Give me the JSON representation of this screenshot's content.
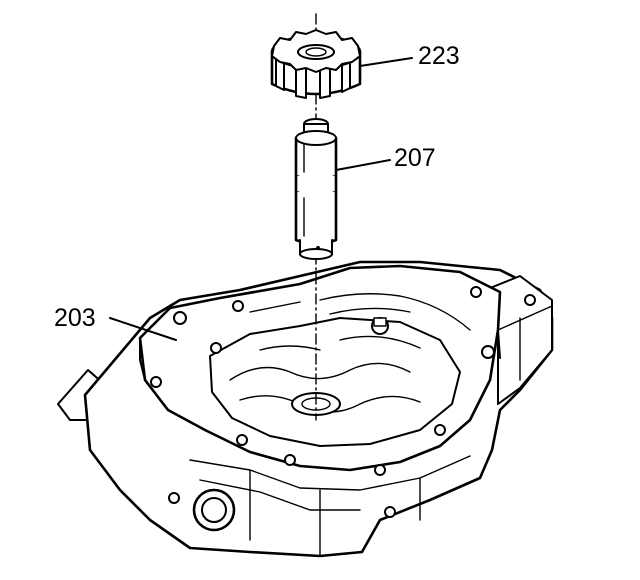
{
  "figure": {
    "callouts": [
      {
        "id": "223",
        "label": "223"
      },
      {
        "id": "207",
        "label": "207"
      },
      {
        "id": "203",
        "label": "203"
      }
    ]
  },
  "colors": {
    "ink": "#000000",
    "paper": "#ffffff"
  },
  "parts": {
    "gear": "drive-gear",
    "shaft": "spool-shaft",
    "housing": "valve-body-housing"
  }
}
